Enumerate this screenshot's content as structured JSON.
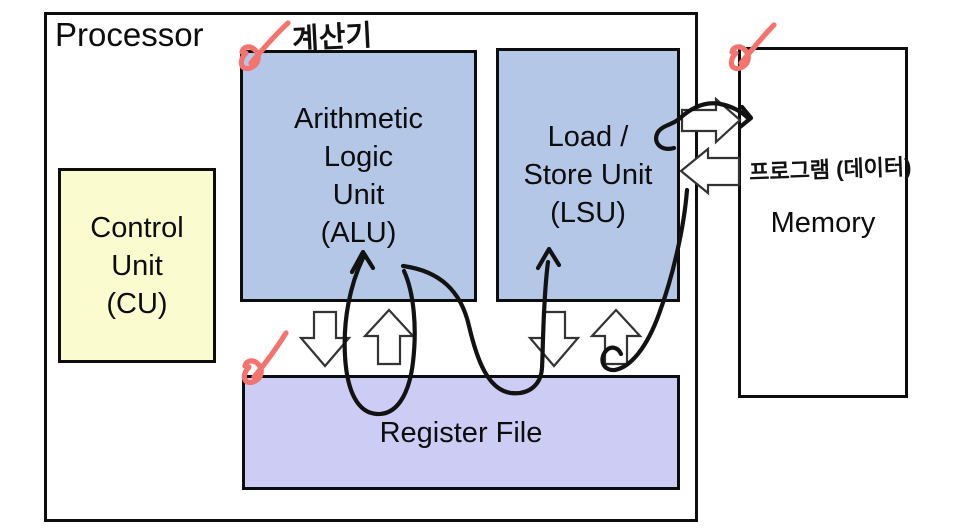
{
  "diagram": {
    "title": "Processor",
    "control_unit": {
      "lines": [
        "Control",
        "Unit",
        "(CU)"
      ],
      "fill": "#fbfbd0"
    },
    "alu": {
      "lines": [
        "Arithmetic",
        "Logic",
        "Unit",
        "(ALU)"
      ],
      "fill": "#b4c7e7"
    },
    "lsu": {
      "lines": [
        "Load /",
        "Store Unit",
        "(LSU)"
      ],
      "fill": "#b4c7e7"
    },
    "register_file": {
      "label": "Register File",
      "fill": "#ccccf5"
    },
    "memory": {
      "label": "Memory",
      "fill": "#ffffff"
    },
    "handwritten": {
      "alu_note": "계산기",
      "memory_note": "프로그램 (데이터)",
      "ink_color": "#121212",
      "checkmark_color": "#f4736e",
      "checkmark_count": 3
    },
    "block_arrows": [
      {
        "between": "ALU and Register File",
        "directions": [
          "down",
          "up"
        ]
      },
      {
        "between": "LSU and Register File",
        "directions": [
          "down",
          "up"
        ]
      },
      {
        "between": "LSU and Memory",
        "directions": [
          "right",
          "left"
        ]
      }
    ]
  }
}
